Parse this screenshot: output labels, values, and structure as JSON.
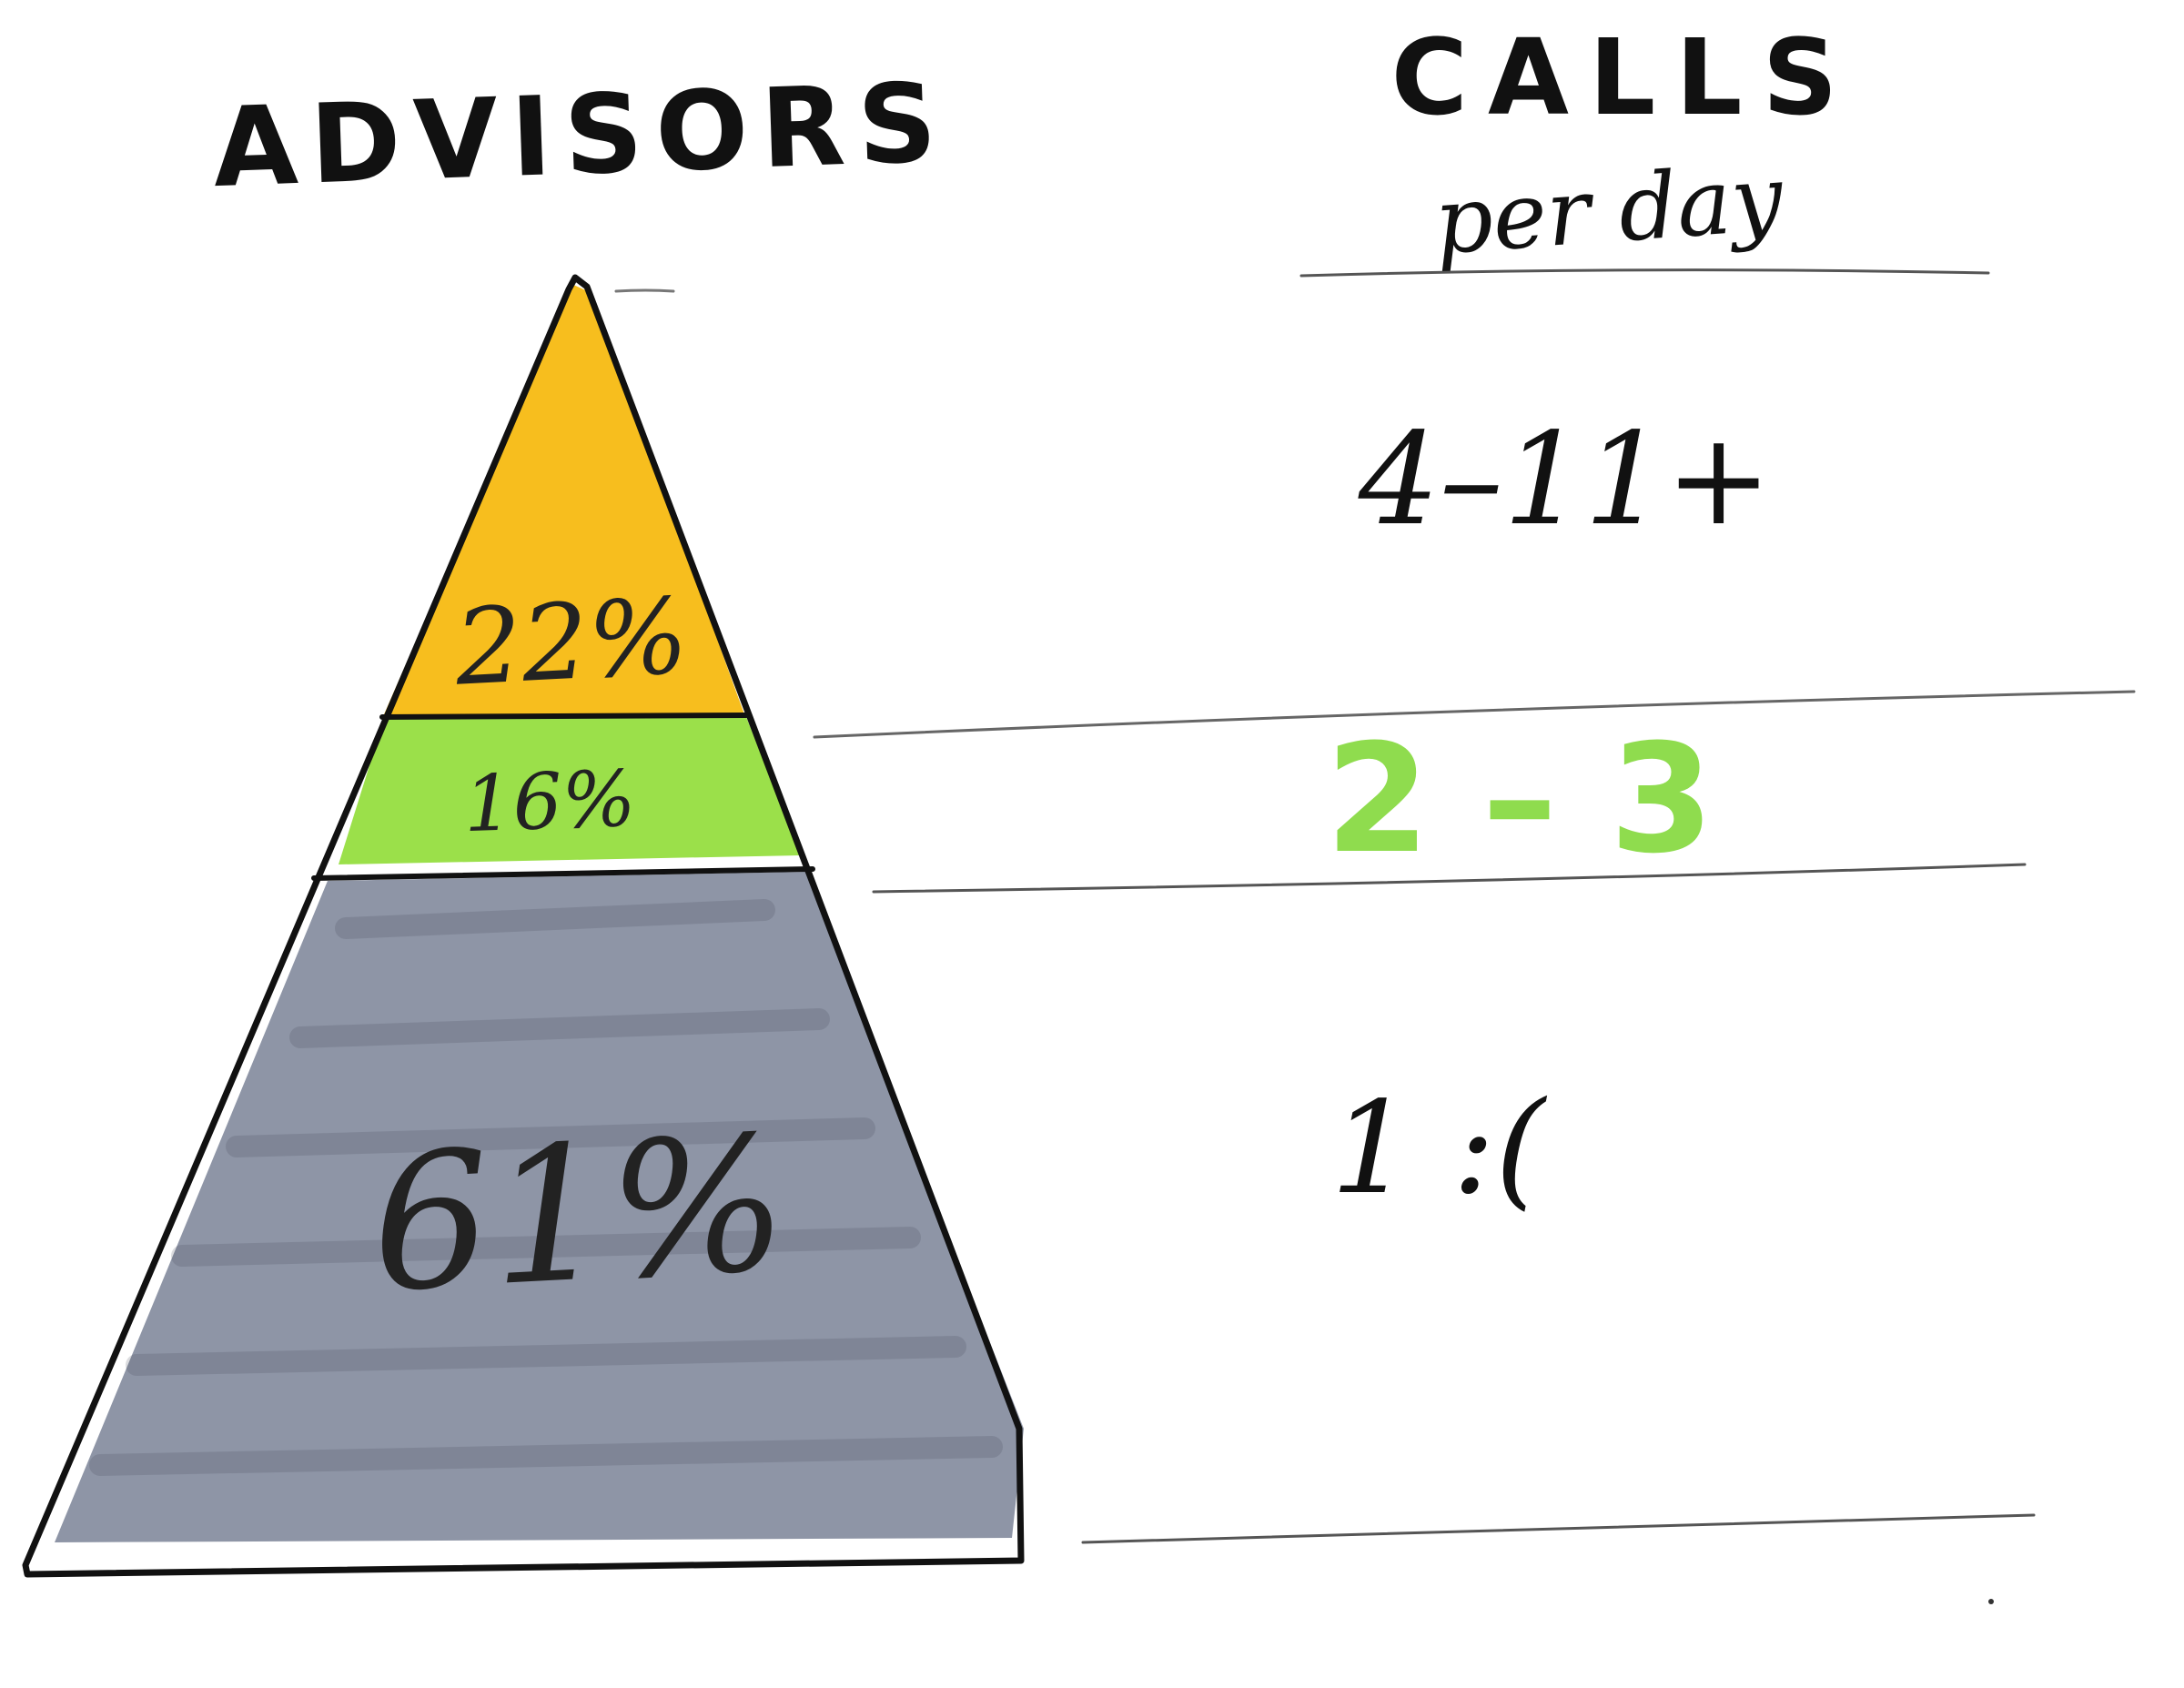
{
  "headers": {
    "advisors": "ADVISORS",
    "calls": "CALLS",
    "calls_sub": "per day"
  },
  "tiers": [
    {
      "id": "top",
      "percent": "22%",
      "calls": "4–11+",
      "color": "#F7BE1E",
      "calls_color": "#111111"
    },
    {
      "id": "middle",
      "percent": "16%",
      "calls": "2 – 3",
      "color": "#9BE04A",
      "calls_color": "#8FDC4E"
    },
    {
      "id": "bottom",
      "percent": "61%",
      "calls": "1 :(",
      "color": "#8E95A6",
      "calls_color": "#111111"
    }
  ]
}
